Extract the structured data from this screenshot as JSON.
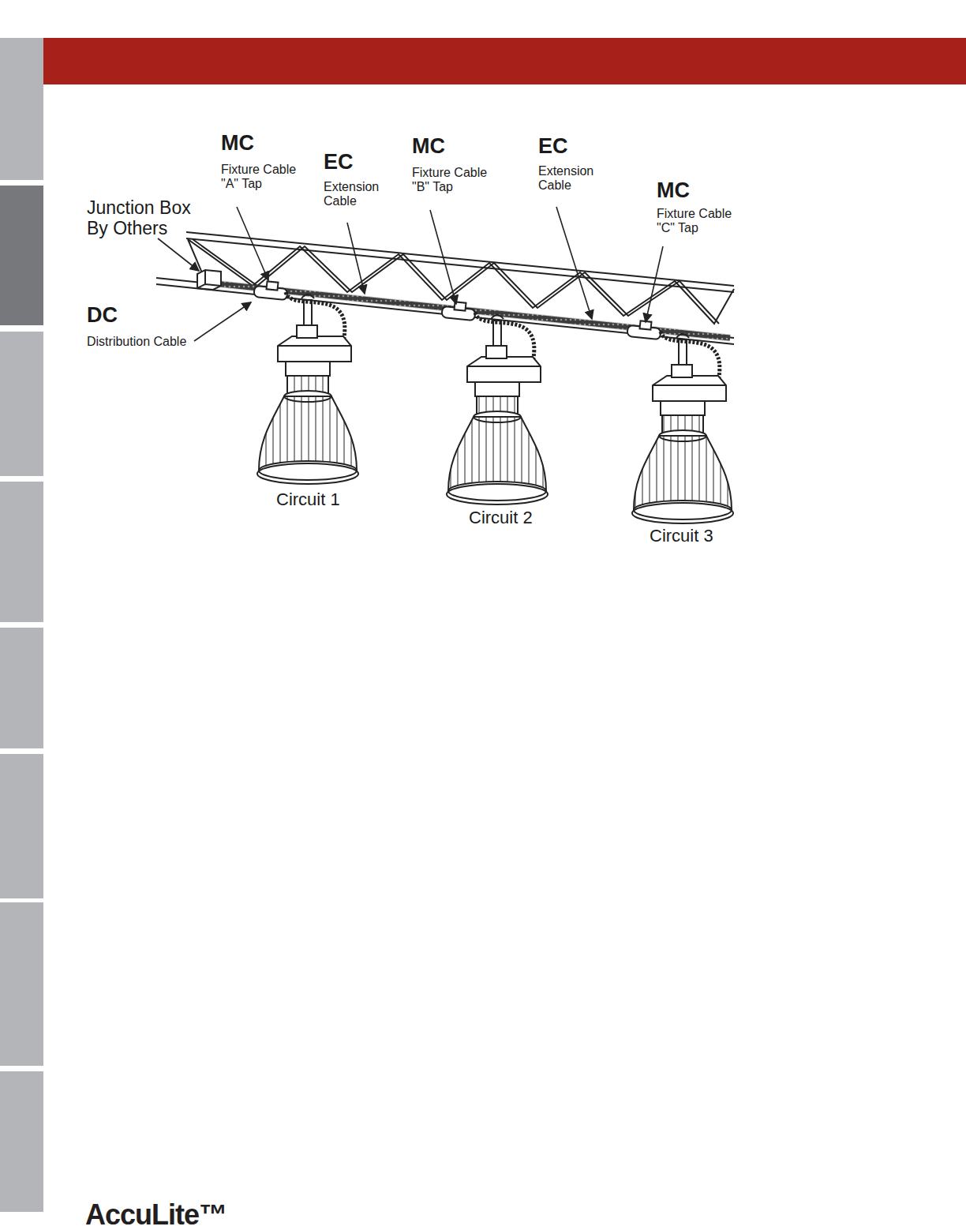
{
  "diagram": {
    "labels": [
      "Junction Box By Others",
      "MC",
      "Fixture Cable \"A\" Tap",
      "EC",
      "Extension Cable",
      "MC",
      "Fixture Cable \"B\" Tap",
      "EC",
      "Extension Cable",
      "MC",
      "Fixture Cable \"C\" Tap",
      "DC",
      "Distribution Cable",
      "Circuit 1",
      "Circuit 2",
      "Circuit 3",
      "AccuLite™"
    ]
  }
}
